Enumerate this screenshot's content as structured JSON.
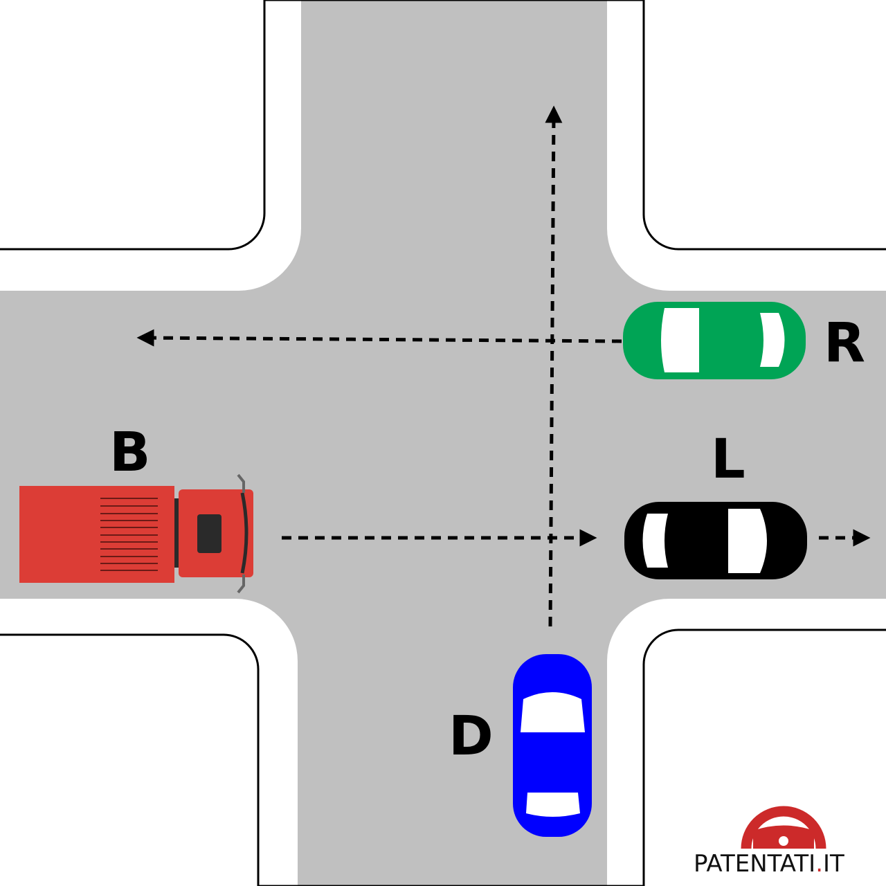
{
  "vehicles": [
    {
      "id": "B",
      "label": "B",
      "kind": "truck",
      "color": "#dc3d36",
      "direction": "east"
    },
    {
      "id": "R",
      "label": "R",
      "kind": "car",
      "color": "#00a455",
      "direction": "west"
    },
    {
      "id": "L",
      "label": "L",
      "kind": "car",
      "color": "#000000",
      "direction": "east"
    },
    {
      "id": "D",
      "label": "D",
      "kind": "car",
      "color": "#0000ff",
      "direction": "north"
    }
  ],
  "road_color": "#c0c0c0",
  "logo": {
    "text_main": "PATENTATI",
    "text_dot": ".",
    "text_tld": "IT",
    "accent": "#cc2a2a"
  }
}
